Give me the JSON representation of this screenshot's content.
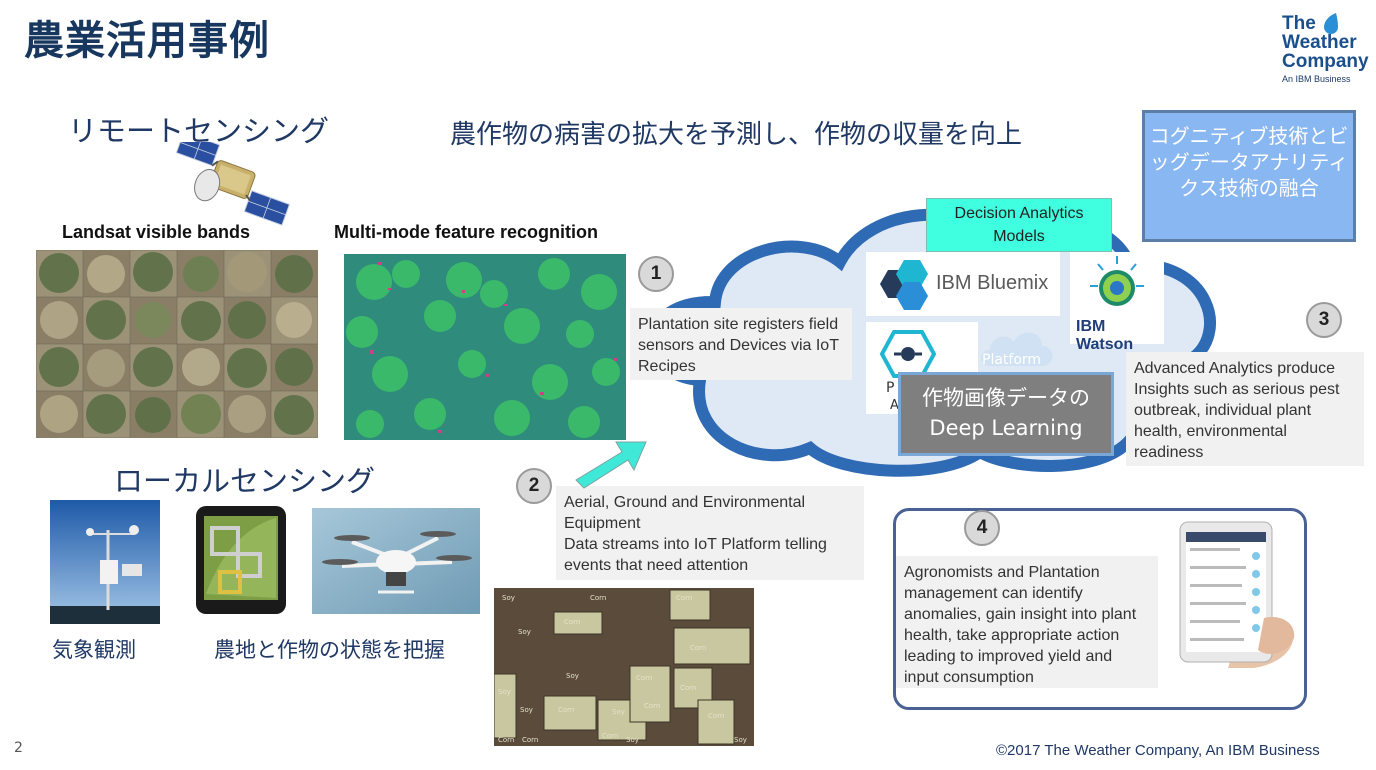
{
  "slide": {
    "title": "農業活用事例",
    "subtitle": "農作物の病害の拡大を予測し、作物の収量を向上",
    "page_number": "2",
    "footer": "©2017 The Weather Company, An IBM Business"
  },
  "logo": {
    "line1": "The",
    "line2": "Weather",
    "line3": "Company",
    "tagline": "An IBM Business",
    "accent_color": "#1b4f8c"
  },
  "remote_sensing": {
    "heading": "リモートセンシング",
    "label_landsat": "Landsat visible bands",
    "label_multimode": "Multi-mode feature recognition"
  },
  "local_sensing": {
    "heading": "ローカルセンシング",
    "caption_weather": "気象観測",
    "caption_farm": "農地と作物の状態を把握"
  },
  "steps": [
    {
      "number": "1",
      "text": "Plantation site registers field sensors and Devices via IoT Recipes"
    },
    {
      "number": "2",
      "text_line1": "Aerial, Ground and Environmental Equipment",
      "text_line2": "Data streams into IoT Platform telling events that need attention"
    },
    {
      "number": "3",
      "text": "Advanced Analytics produce Insights such as serious pest outbreak, individual plant health, environmental readiness"
    },
    {
      "number": "4",
      "text": "Agronomists and Plantation management can identify anomalies, gain insight into plant health, take appropriate action leading to improved yield and input consumption"
    }
  ],
  "cloud": {
    "decision_box": "Decision Analytics Models",
    "bluemix_label": "IBM Bluemix",
    "watson_label": "IBM Watson",
    "platform_faint": "Platform",
    "cognitive_box": "コグニティブ技術とビッグデータアナリティクス技術の融合",
    "deep_learning_line1": "作物画像データの",
    "deep_learning_line2": "Deep Learning"
  },
  "field_map": {
    "labels": [
      "Soy",
      "Corn",
      "Corn",
      "Corn",
      "Soy",
      "Corn",
      "Soy",
      "Corn",
      "Corn",
      "Soy",
      "Corn",
      "Soy",
      "Corn",
      "Corn",
      "Soy",
      "Corn",
      "Corn",
      "Corn",
      "Soy",
      "Soy"
    ]
  },
  "colors": {
    "title": "#17375e",
    "cloud_fill": "#dfe9f5",
    "cloud_stroke": "#2f6ab4",
    "teal": "#3fffe0",
    "cognitive_fill": "#89b7f2",
    "deep_learning_fill": "#7f7f7f"
  }
}
